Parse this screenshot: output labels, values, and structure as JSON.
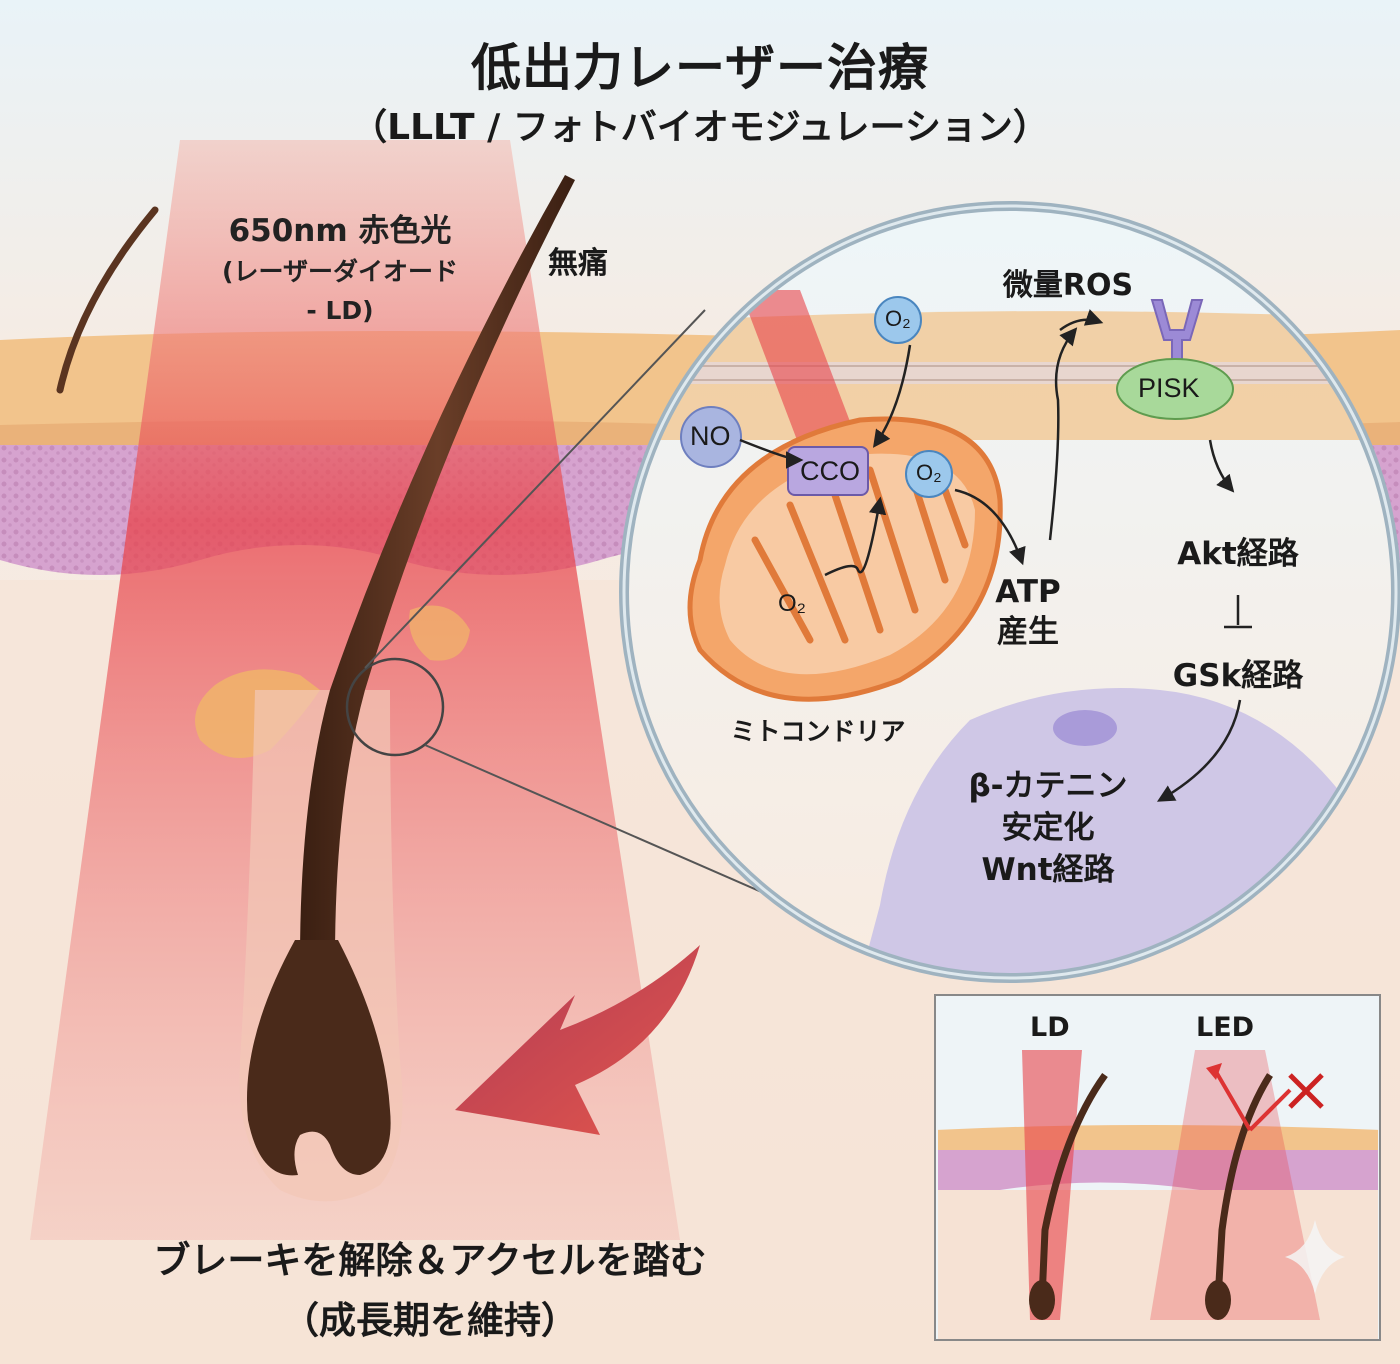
{
  "title": "低出力レーザー治療",
  "subtitle": "（LLLT / フォトバイオモジュレーション）",
  "laser_label": {
    "line1": "650nm 赤色光",
    "line2": "(レーザーダイオード",
    "line3": "- LD)"
  },
  "painless": "無痛",
  "zoom": {
    "no": "NO",
    "cco": "CCO",
    "o2_top": "O₂",
    "o2_mid": "O₂",
    "o2_low": "O₂",
    "ros": "微量ROS",
    "pisk": "PISK",
    "atp_line1": "ATP",
    "atp_line2": "産生",
    "akt": "Akt経路",
    "gsk": "GSk経路",
    "mitochondria": "ミトコンドリア",
    "bcat_line1": "β-カテニン",
    "bcat_line2": "安定化",
    "bcat_line3": "Wnt経路"
  },
  "inset": {
    "ld": "LD",
    "led": "LED"
  },
  "bottom": {
    "line1": "ブレーキを解除＆アクセルを踏む",
    "line2": "（成長期を維持）"
  },
  "colors": {
    "laser_red": "#e8434a",
    "skin_top": "#f2c48c",
    "dermis_purple": "#c98ec0",
    "hair": "#4a2a1a",
    "mitochondria": "#f4a66a",
    "pisk_green": "#a8d99a",
    "cco_purple": "#b9a7e0",
    "o2_blue": "#9cc8ec",
    "no_blue": "#a9b5e0"
  }
}
